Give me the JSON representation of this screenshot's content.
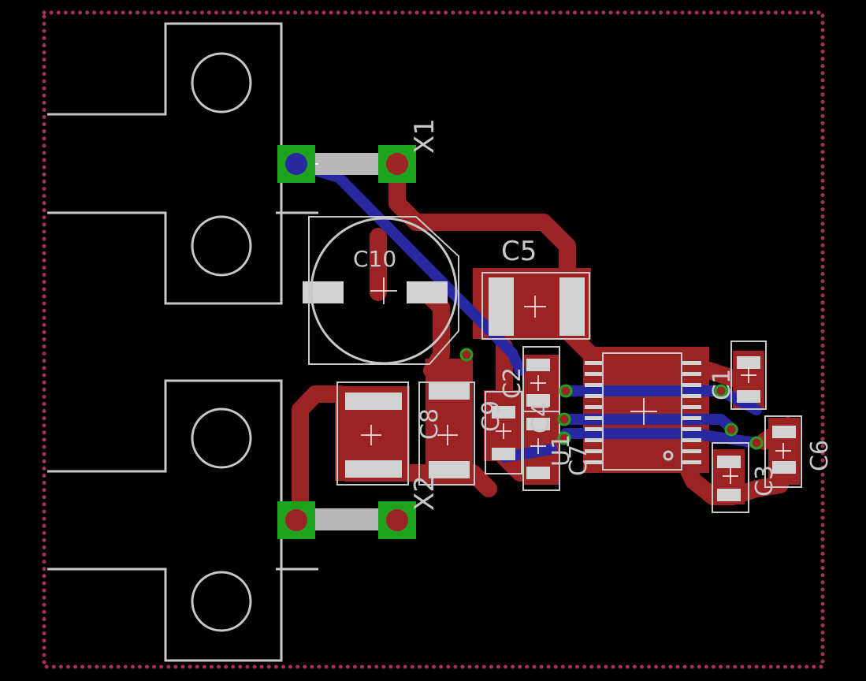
{
  "colors": {
    "background": "#000000",
    "top_copper": "#9b2323",
    "bottom_copper": "#2828a0",
    "silkscreen": "#c8c8c8",
    "pad": "#d2d2d2",
    "pad_ring": "#1fa31f",
    "outline": "#a0305a"
  },
  "designators": {
    "x1": "X1",
    "x2": "X2",
    "c10": "C10",
    "c5": "C5",
    "c8": "C8",
    "c9": "C9",
    "c2": "C2",
    "c4": "C4",
    "c7": "C7",
    "u1": "U1",
    "c1": "C1",
    "c3": "C3",
    "c6": "C6"
  }
}
